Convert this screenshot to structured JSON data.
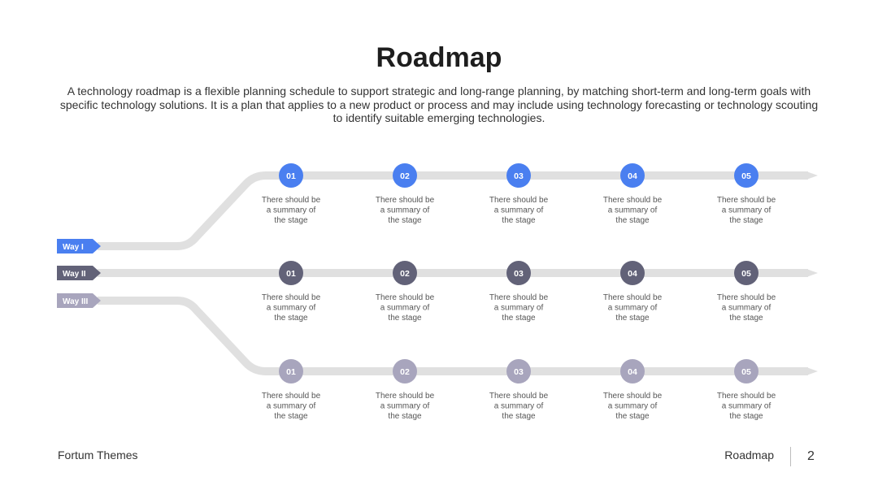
{
  "slide": {
    "title": "Roadmap",
    "intro": "A technology roadmap is a flexible planning schedule to support strategic and long-range planning, by matching short-term and long-term goals with specific technology solutions. It is a plan that applies to a new product or process and may include using technology forecasting or technology scouting to identify suitable emerging technologies."
  },
  "colors": {
    "track": "#e0e0e0",
    "way_1": "#4a7ff0",
    "way_2": "#626278",
    "way_3": "#a8a5bd",
    "caption": "#555555"
  },
  "ways": [
    {
      "label": "Way I",
      "color_key": "way_1",
      "stages": [
        {
          "number": "01",
          "lines": [
            "There should be",
            "a summary of",
            "the stage"
          ]
        },
        {
          "number": "02",
          "lines": [
            "There should be",
            "a summary of",
            "the stage"
          ]
        },
        {
          "number": "03",
          "lines": [
            "There should be",
            "a summary of",
            "the stage"
          ]
        },
        {
          "number": "04",
          "lines": [
            "There should be",
            "a summary of",
            "the stage"
          ]
        },
        {
          "number": "05",
          "lines": [
            "There should be",
            "a summary of",
            "the stage"
          ]
        }
      ]
    },
    {
      "label": "Way II",
      "color_key": "way_2",
      "stages": [
        {
          "number": "01",
          "lines": [
            "There should be",
            "a summary of",
            "the stage"
          ]
        },
        {
          "number": "02",
          "lines": [
            "There should be",
            "a summary of",
            "the stage"
          ]
        },
        {
          "number": "03",
          "lines": [
            "There should be",
            "a summary of",
            "the stage"
          ]
        },
        {
          "number": "04",
          "lines": [
            "There should be",
            "a summary of",
            "the stage"
          ]
        },
        {
          "number": "05",
          "lines": [
            "There should be",
            "a summary of",
            "the stage"
          ]
        }
      ]
    },
    {
      "label": "Way III",
      "color_key": "way_3",
      "stages": [
        {
          "number": "01",
          "lines": [
            "There should be",
            "a summary of",
            "the stage"
          ]
        },
        {
          "number": "02",
          "lines": [
            "There should be",
            "a summary of",
            "the stage"
          ]
        },
        {
          "number": "03",
          "lines": [
            "There should be",
            "a summary of",
            "the stage"
          ]
        },
        {
          "number": "04",
          "lines": [
            "There should be",
            "a summary of",
            "the stage"
          ]
        },
        {
          "number": "05",
          "lines": [
            "There should be",
            "a summary of",
            "the stage"
          ]
        }
      ]
    }
  ],
  "footer": {
    "brand": "Fortum Themes",
    "section": "Roadmap",
    "page_number": "2"
  }
}
